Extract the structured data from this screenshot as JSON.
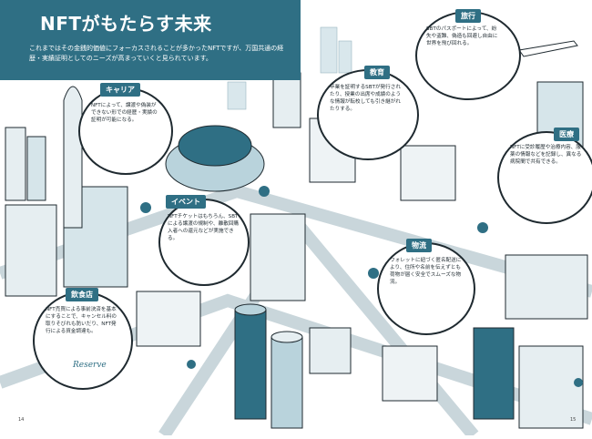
{
  "header": {
    "title": "NFTがもたらす未来",
    "intro": "これまではその金銭的価値にフォーカスされることが多かったNFTですが、万国共通の経歴・実績証明としてのニーズが高まっていくと見られています。"
  },
  "bubbles": [
    {
      "label": "キャリア",
      "text": "NFTによって、譲渡や偽装ができない形での経歴・実績の証明が可能になる。"
    },
    {
      "label": "教育",
      "text": "卒業を証明するSBTが発行されたり、授業の出席や成績のような情報が転校しても引き継がれたりする。"
    },
    {
      "label": "旅行",
      "text": "SBTのパスポートによって、紛失や盗難、偽造も回避し自由に世界を飛び回れる。"
    },
    {
      "label": "医療",
      "text": "NFTに受診履歴や治療内容、服薬の情報などを記録し、異なる病院間で共有できる。"
    },
    {
      "label": "イベント",
      "text": "NFTチケットはもちろん、SBTによる譲渡の規制や、離散回購入者への還元などが実施できる。"
    },
    {
      "label": "物流",
      "text": "ウォレットに紐づく匿名配送により、住所や名前を伝えずとも荷物が届く安全でスムーズな物流。"
    },
    {
      "label": "飲食店",
      "text": "NFT売買による事前決済を基本にすることで、キャンセル料の取りそびれも防いだり、NFT発行による資金調達も。"
    }
  ],
  "signs": {
    "reserve": "Reserve"
  },
  "page_numbers": {
    "left": "14",
    "right": "15"
  },
  "colors": {
    "teal": "#2f6f84",
    "light_teal": "#b9d3dc",
    "ink": "#1f2a30"
  }
}
